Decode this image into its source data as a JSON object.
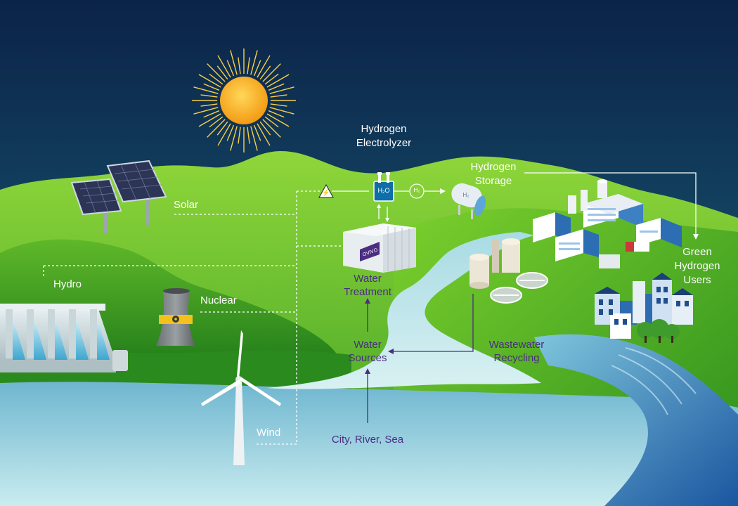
{
  "labels": {
    "solar": "Solar",
    "hydro": "Hydro",
    "nuclear": "Nuclear",
    "wind": "Wind",
    "electrolyzer_line1": "Hydrogen",
    "electrolyzer_line2": "Electrolyzer",
    "storage_line1": "Hydrogen",
    "storage_line2": "Storage",
    "users_line1": "Green",
    "users_line2": "Hydrogen",
    "users_line3": "Users",
    "water_treatment_line1": "Water",
    "water_treatment_line2": "Treatment",
    "water_sources_line1": "Water",
    "water_sources_line2": "Sources",
    "wastewater_line1": "Wastewater",
    "wastewater_line2": "Recycling",
    "city_river_sea": "City, River, Sea"
  },
  "icons": {
    "electrolyzer_text": "H₂O",
    "h2_bubble": "H₂",
    "tank_text": "H₂",
    "container_brand": "OVIVO",
    "high_voltage_symbol": "⚡"
  },
  "colors": {
    "sky_top": "#0b2348",
    "sky_bottom": "#1d6e78",
    "grass_light": "#7ed321",
    "grass_dark": "#2e8a1a",
    "water": "#bfe6ec",
    "river_deep": "#1d5fa8",
    "sun": "#f7b21a",
    "label_white": "#ffffff",
    "label_purple": "#4b2d83",
    "connector": "#ffffff"
  }
}
